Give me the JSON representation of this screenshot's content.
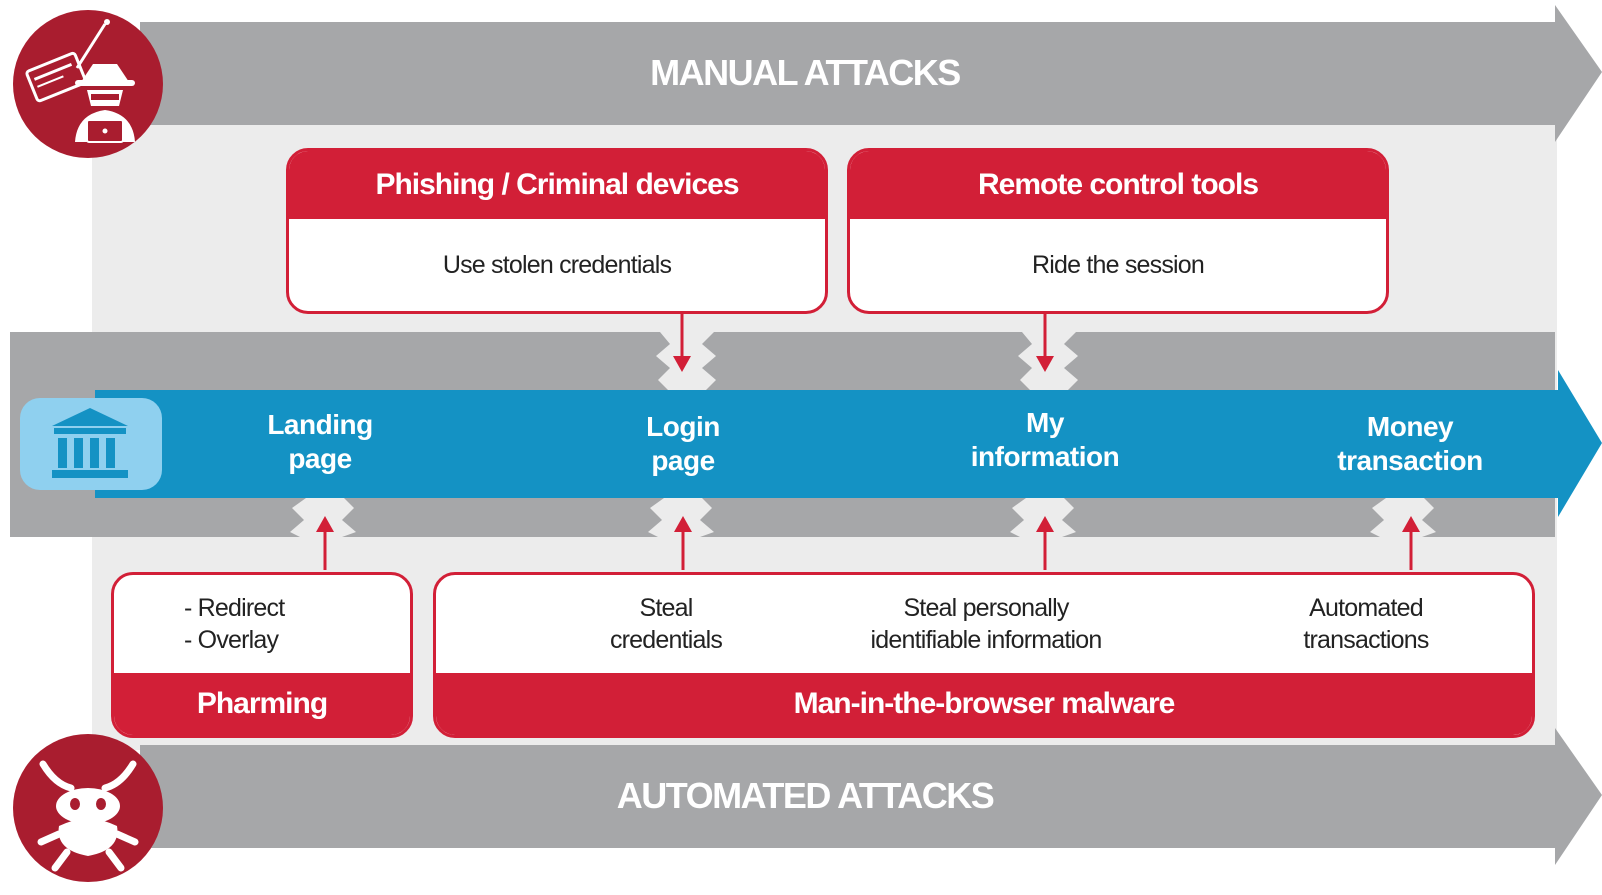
{
  "top_band": {
    "title": "MANUAL ATTACKS"
  },
  "bottom_band": {
    "title": "AUTOMATED ATTACKS"
  },
  "flow": {
    "steps": [
      "Landing\npage",
      "Login\npage",
      "My\ninformation",
      "Money\ntransaction"
    ]
  },
  "manual_boxes": [
    {
      "title": "Phishing / Criminal devices",
      "body": "Use stolen credentials"
    },
    {
      "title": "Remote control tools",
      "body": "Ride the session"
    }
  ],
  "pharming": {
    "title": "Pharming",
    "body": "- Redirect\n- Overlay"
  },
  "mitb": {
    "title": "Man-in-the-browser malware",
    "items": [
      "Steal\ncredentials",
      "Steal personally\nidentifiable information",
      "Automated\ntransactions"
    ]
  },
  "icons": {
    "manual": "hacker-icon",
    "automated": "bug-icon",
    "bank": "bank-icon"
  },
  "colors": {
    "red": "#d21f37",
    "dark_red": "#a91d2f",
    "blue": "#1492c4",
    "grey_band": "#a6a7a9",
    "grey_bg": "#ececec"
  }
}
